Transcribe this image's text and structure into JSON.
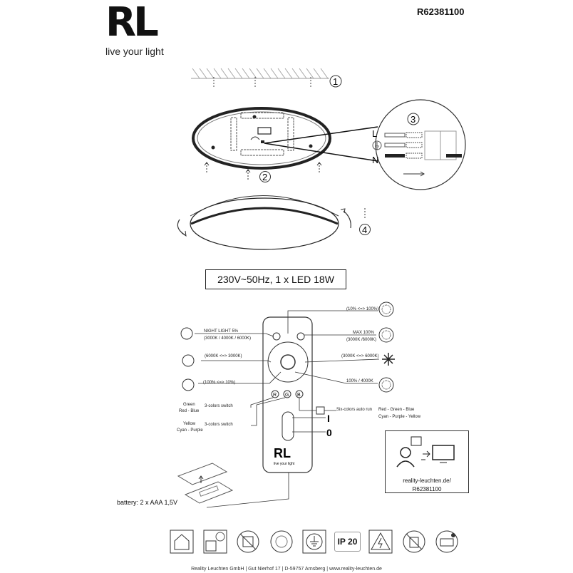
{
  "brand": {
    "logo": "RL",
    "tagline": "live your light"
  },
  "product_code": "R62381100",
  "steps": [
    "1",
    "2",
    "3",
    "4"
  ],
  "wiring": {
    "live": "L",
    "neutral": "N"
  },
  "spec": "230V~50Hz, 1 x LED  18W",
  "remote": {
    "brand": "RL",
    "tagline": "live your light",
    "letters": [
      "R",
      "G",
      "B"
    ],
    "on": "I",
    "off": "0",
    "labels": {
      "top_dim": "(10% <=> 100%)",
      "night_light": "NIGHT LIGHT 5%",
      "night_light_temp": "(3000K / 4000K / 6000K)",
      "max": "MAX 100%",
      "max_temp": "(3000K /6000K)",
      "cct_left": "(6000K <=> 3000K)",
      "cct_right": "(3000K <=> 6000K)",
      "dim_left": "(100% <=> 10%)",
      "default": "100% / 4000K",
      "green": "Green",
      "red_blue": "Red - Blue",
      "switch1": "3-colors switch",
      "yellow": "Yellow",
      "cyan_purple": "Cyan - Purple",
      "switch2": "3-colors switch",
      "auto_run": "Six-colors auto run",
      "rgb_seq": "Red - Green - Blue",
      "cyp_seq": "Cyan - Purple - Yellow"
    }
  },
  "battery": "battery: 2 x AAA 1,5V",
  "info_box": {
    "url": "reality-leuchten.de/",
    "code": "R62381100"
  },
  "certifications": {
    "ip": "IP 20"
  },
  "footer": [
    "Reality Leuchten GmbH",
    "Gut Nierhof 17",
    "D-59757 Arnsberg",
    "www.reality-leuchten.de"
  ]
}
